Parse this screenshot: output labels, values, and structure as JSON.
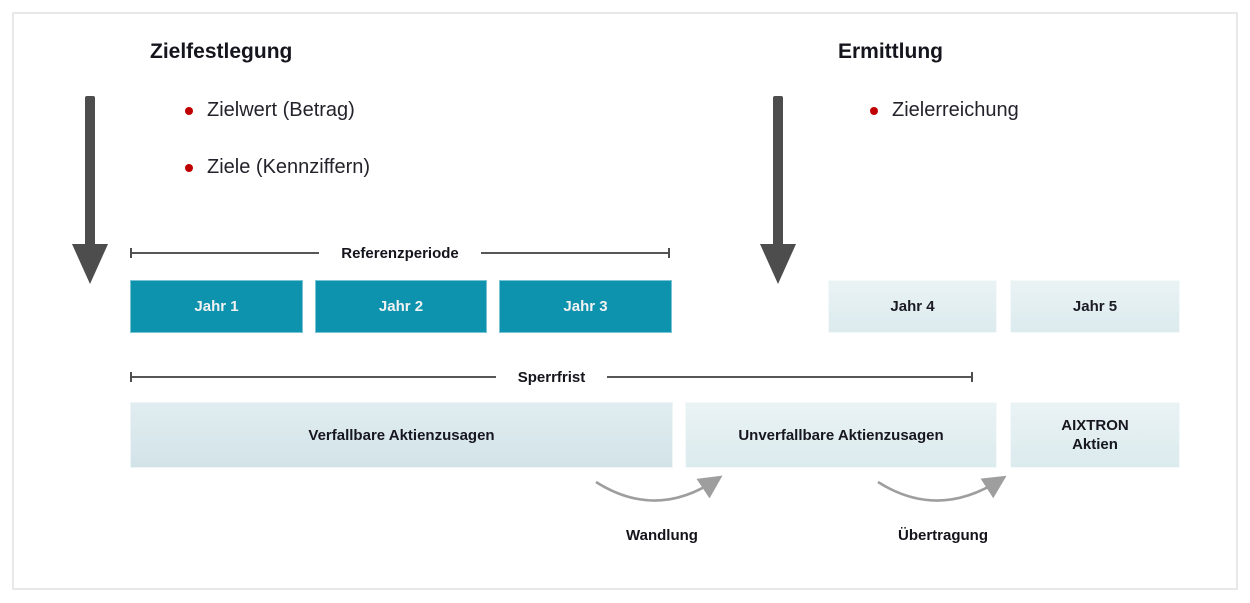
{
  "phases": {
    "left": {
      "heading": "Zielfestlegung",
      "bullets": [
        "Zielwert (Betrag)",
        "Ziele (Kennziffern)"
      ]
    },
    "right": {
      "heading": "Ermittlung",
      "bullets": [
        "Zielerreichung"
      ]
    }
  },
  "brackets": {
    "reference_period": "Referenzperiode",
    "lockup_period": "Sperrfrist"
  },
  "years": [
    {
      "label": "Jahr 1"
    },
    {
      "label": "Jahr 2"
    },
    {
      "label": "Jahr 3"
    },
    {
      "label": "Jahr 4"
    },
    {
      "label": "Jahr 5"
    }
  ],
  "stages": [
    {
      "label": "Verfallbare Aktienzusagen"
    },
    {
      "label": "Unverfallbare Aktienzusagen"
    },
    {
      "label": "AIXTRON\nAktien"
    }
  ],
  "transitions": [
    {
      "label": "Wandlung"
    },
    {
      "label": "Übertragung"
    }
  ],
  "colors": {
    "teal": "#0e93af",
    "light_box": "#e4eef1",
    "bullet_red": "#c00000",
    "dark_arrow": "#4d4d4d",
    "curve_arrow": "#9e9e9e",
    "frame_border": "#e8e8e8"
  }
}
